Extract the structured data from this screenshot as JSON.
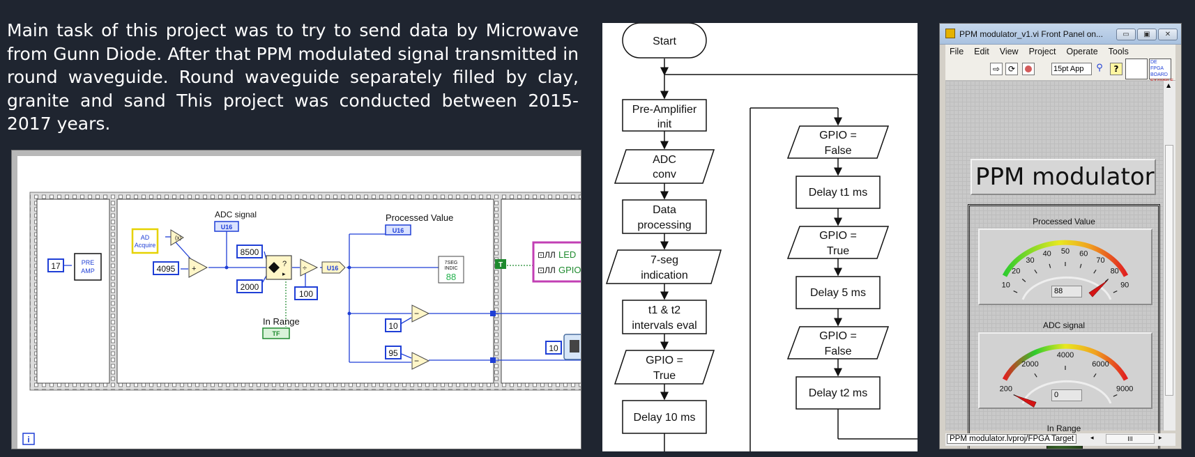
{
  "description": "Main task of this project was to try to send data by Microwave from Gunn Diode. After that PPM modulated signal transmitted in round waveguide. Round waveguide separately filled by clay, granite and sand This project was conducted between 2015-2017 years.",
  "block_diagram": {
    "const_17": "17",
    "pre_amp": [
      "PRE",
      "AMP"
    ],
    "ad_acquire": [
      "AD",
      "Acquire"
    ],
    "const_4095": "4095",
    "adc_signal_label": "ADC signal",
    "adc_signal_type": "U16",
    "const_8500": "8500",
    "const_2000": "2000",
    "const_100": "100",
    "u16_convert": "U16",
    "in_range_label": "In Range",
    "in_range_type": "TF",
    "processed_value_label": "Processed Value",
    "processed_value_type": "U16",
    "seg_indic": [
      "7SEG",
      "INDIC"
    ],
    "seg_digits": "88",
    "const_10": "10",
    "const_95": "95",
    "const_10b": "10",
    "true_const": "T",
    "led_item": "LED",
    "gpio_item": "GPIO",
    "info_icon": "i",
    "accent_wire": "#1f3fd6",
    "accent_bool": "#1e8a2e"
  },
  "flowchart": {
    "start": "Start",
    "pre_amp": [
      "Pre-Amplifier",
      "init"
    ],
    "adc": [
      "ADC",
      "conv"
    ],
    "data": [
      "Data",
      "processing"
    ],
    "seg": [
      "7-seg",
      "indication"
    ],
    "intervals": [
      "t1 & t2",
      "intervals eval"
    ],
    "gpio_true_left": [
      "GPIO =",
      "True"
    ],
    "delay10": "Delay 10 ms",
    "gpio_false_1": [
      "GPIO =",
      "False"
    ],
    "delay_t1": "Delay t1 ms",
    "gpio_true_right": [
      "GPIO =",
      "True"
    ],
    "delay5": "Delay 5 ms",
    "gpio_false_2": [
      "GPIO =",
      "False"
    ],
    "delay_t2": "Delay t2 ms"
  },
  "front_panel": {
    "window_title": "PPM modulator_v1.vi Front Panel on...",
    "menu": [
      "File",
      "Edit",
      "View",
      "Project",
      "Operate",
      "Tools"
    ],
    "font_setting": "15pt App",
    "example_badge": [
      "DE FPGA",
      "BOARD",
      "EXAMPLE"
    ],
    "panel_title": "PPM modulator",
    "processed_value_label": "Processed Value",
    "processed_value": "88",
    "processed_value_level": 0.88,
    "processed_scale": [
      "10",
      "20",
      "30",
      "40",
      "50",
      "60",
      "70",
      "80",
      "90"
    ],
    "adc_signal_label": "ADC signal",
    "adc_signal_value": "0",
    "adc_scale": [
      "200",
      "2000",
      "4000",
      "6000",
      "9000"
    ],
    "in_range_label": "In Range",
    "status_path": "PPM modulator.lvproj/FPGA Target",
    "scroll_mark": "III"
  }
}
